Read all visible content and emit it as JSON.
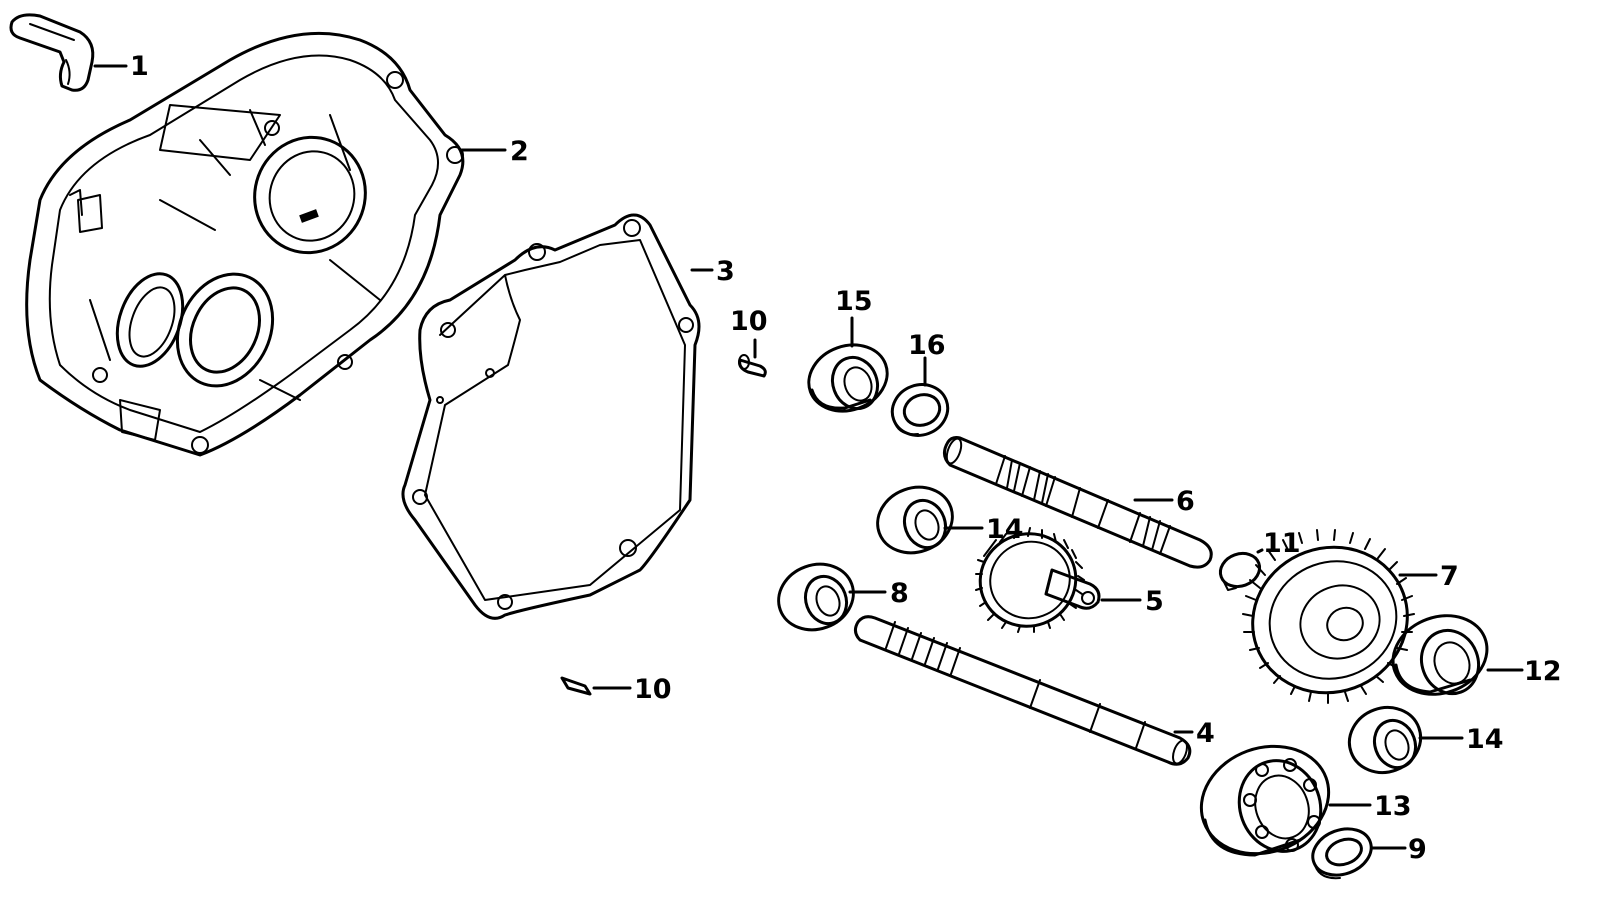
{
  "diagram": {
    "callouts": {
      "c1": "1",
      "c2": "2",
      "c3": "3",
      "c4": "4",
      "c5": "5",
      "c6": "6",
      "c7": "7",
      "c8": "8",
      "c9": "9",
      "c10a": "10",
      "c10b": "10",
      "c11": "11",
      "c12": "12",
      "c13": "13",
      "c14a": "14",
      "c14b": "14",
      "c15": "15",
      "c16": "16"
    }
  }
}
